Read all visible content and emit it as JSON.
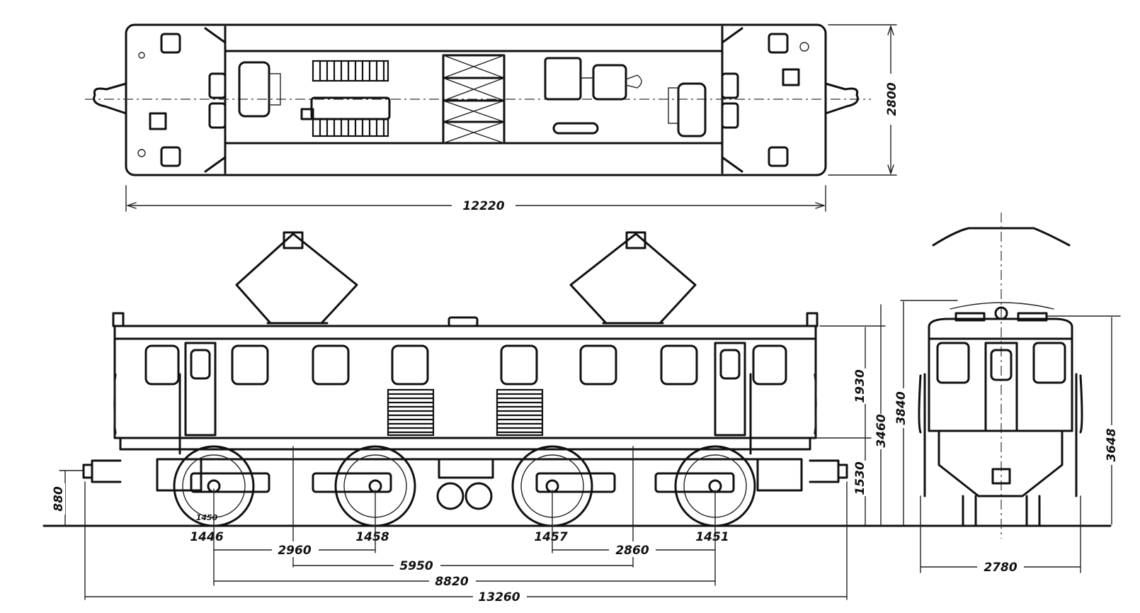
{
  "plan_view": {
    "overall_length": "12220",
    "width": "2800"
  },
  "side_view": {
    "wheel_labels": [
      "1446",
      "1458",
      "1457",
      "1451"
    ],
    "wheel_label_small": "1450",
    "wheel_base_front": "2960",
    "wheel_base_rear": "2860",
    "bogie_center_distance": "5950",
    "outer_axle_distance": "8820",
    "length_over_buffers": "13260",
    "buffer_height": "880",
    "lower_body_height": "1530",
    "upper_body_height": "1930",
    "roof_height": "3460"
  },
  "end_view": {
    "body_height": "3840",
    "max_height": "3648",
    "width": "2780"
  }
}
